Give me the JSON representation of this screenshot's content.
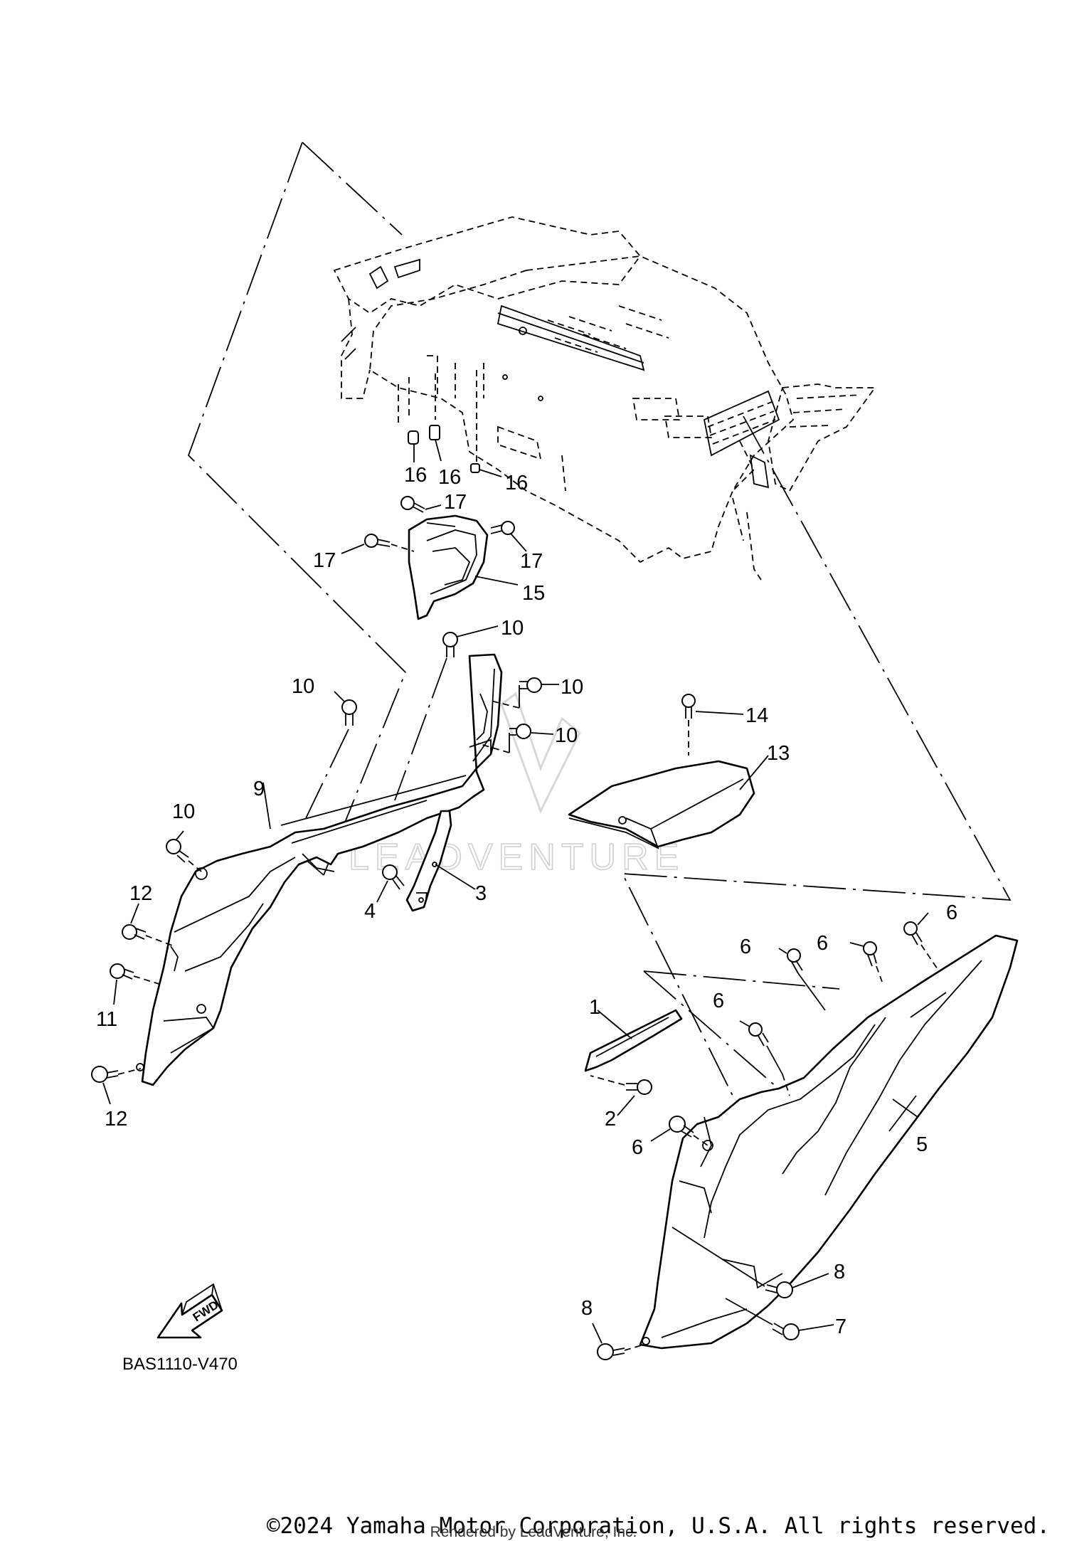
{
  "diagram": {
    "code": "BAS1110-V470",
    "fwd_label": "FWD",
    "watermark": "LEADVENTURE",
    "callouts": {
      "c1": "1",
      "c2": "2",
      "c3": "3",
      "c4": "4",
      "c5": "5",
      "c6a": "6",
      "c6b": "6",
      "c6c": "6",
      "c6d": "6",
      "c6e": "6",
      "c7": "7",
      "c8a": "8",
      "c8b": "8",
      "c9": "9",
      "c10a": "10",
      "c10b": "10",
      "c10c": "10",
      "c10d": "10",
      "c10e": "10",
      "c11": "11",
      "c12a": "12",
      "c12b": "12",
      "c13": "13",
      "c14": "14",
      "c15": "15",
      "c16a": "16",
      "c16b": "16",
      "c16c": "16",
      "c17a": "17",
      "c17b": "17",
      "c17c": "17"
    }
  },
  "footer": {
    "copyright": "©2024 Yamaha Motor Corporation, U.S.A. All rights reserved.",
    "rendered_by": "Rendered by LeadVenture, Inc."
  }
}
